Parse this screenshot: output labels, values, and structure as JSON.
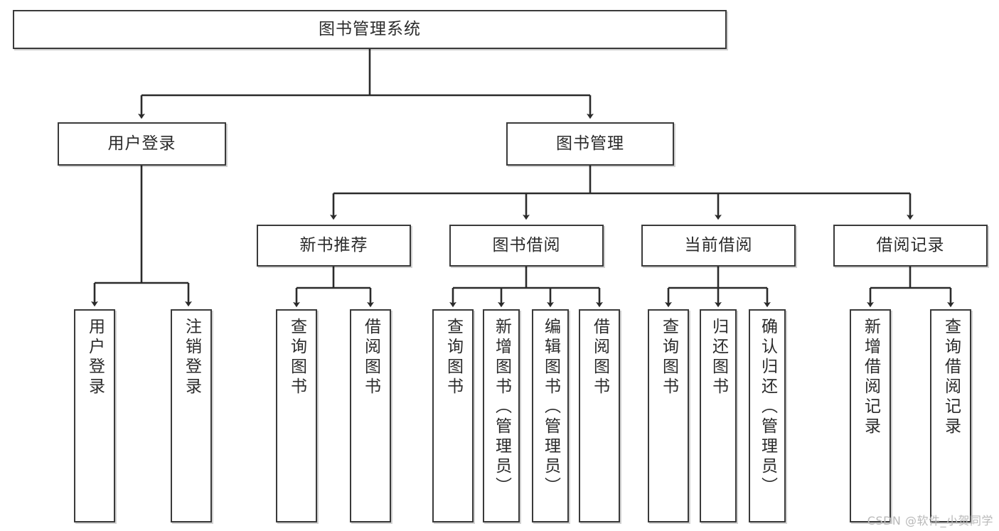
{
  "diagram": {
    "type": "tree",
    "title": "图书管理系统",
    "orientation": "top-down",
    "colors": {
      "node_border": "#3a3a3a",
      "node_fill": "#ffffff",
      "connector": "#2b2b2b",
      "text": "#2b2b2b",
      "watermark": "#b9b9b9",
      "background": "#ffffff"
    },
    "root": {
      "id": "root",
      "label": "图书管理系统",
      "text_direction": "horizontal"
    },
    "level2": [
      {
        "id": "user-login",
        "label": "用户登录",
        "text_direction": "horizontal"
      },
      {
        "id": "book-management",
        "label": "图书管理",
        "text_direction": "horizontal"
      }
    ],
    "level3": [
      {
        "id": "new-book-recommend",
        "label": "新书推荐",
        "parent": "book-management",
        "text_direction": "horizontal"
      },
      {
        "id": "book-borrow",
        "label": "图书借阅",
        "parent": "book-management",
        "text_direction": "horizontal"
      },
      {
        "id": "current-borrow",
        "label": "当前借阅",
        "parent": "book-management",
        "text_direction": "horizontal"
      },
      {
        "id": "borrow-record",
        "label": "借阅记录",
        "parent": "book-management",
        "text_direction": "horizontal"
      }
    ],
    "leaves": [
      {
        "id": "leaf-user-login",
        "label": "用户登录",
        "parent": "user-login",
        "text_direction": "vertical"
      },
      {
        "id": "leaf-user-logout",
        "label": "注销登录",
        "parent": "user-login",
        "text_direction": "vertical"
      },
      {
        "id": "leaf-query-book-1",
        "label": "查询图书",
        "parent": "new-book-recommend",
        "text_direction": "vertical"
      },
      {
        "id": "leaf-borrow-book-1",
        "label": "借阅图书",
        "parent": "new-book-recommend",
        "text_direction": "vertical"
      },
      {
        "id": "leaf-query-book-2",
        "label": "查询图书",
        "parent": "book-borrow",
        "text_direction": "vertical"
      },
      {
        "id": "leaf-add-book",
        "label": "新增图书（管理员）",
        "parent": "book-borrow",
        "text_direction": "vertical"
      },
      {
        "id": "leaf-edit-book",
        "label": "编辑图书（管理员）",
        "parent": "book-borrow",
        "text_direction": "vertical"
      },
      {
        "id": "leaf-borrow-book-2",
        "label": "借阅图书",
        "parent": "book-borrow",
        "text_direction": "vertical"
      },
      {
        "id": "leaf-query-book-3",
        "label": "查询图书",
        "parent": "current-borrow",
        "text_direction": "vertical"
      },
      {
        "id": "leaf-return-book",
        "label": "归还图书",
        "parent": "current-borrow",
        "text_direction": "vertical"
      },
      {
        "id": "leaf-confirm-return",
        "label": "确认归还（管理员）",
        "parent": "current-borrow",
        "text_direction": "vertical"
      },
      {
        "id": "leaf-add-record",
        "label": "新增借阅记录",
        "parent": "borrow-record",
        "text_direction": "vertical"
      },
      {
        "id": "leaf-query-record",
        "label": "查询借阅记录",
        "parent": "borrow-record",
        "text_direction": "vertical"
      }
    ]
  },
  "watermark": {
    "text": "CSDN @软件_小贺同学"
  }
}
